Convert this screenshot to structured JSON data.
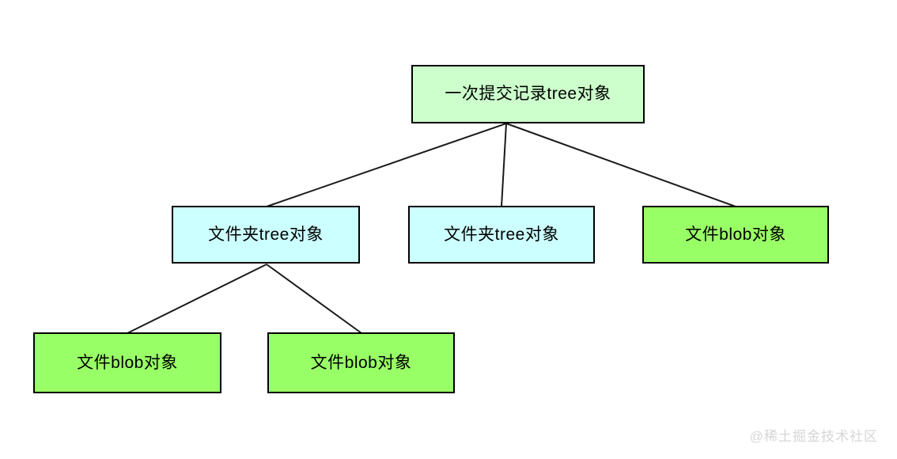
{
  "diagram": {
    "title": "git-object-tree-diagram",
    "background_color": "#ffffff",
    "edge_color": "#1a1a1a",
    "border_color": "#000000",
    "colors": {
      "commit_tree_fill": "#ccffcc",
      "dir_tree_fill": "#ccffff",
      "blob_fill": "#99ff66",
      "watermark": "#d6d6d6"
    },
    "nodes": [
      {
        "id": "root",
        "label": "一次提交记录tree对象",
        "type": "commit-tree",
        "fill": "#ccffcc",
        "row": 1
      },
      {
        "id": "dir1",
        "label": "文件夹tree对象",
        "type": "dir-tree",
        "fill": "#ccffff",
        "row": 2
      },
      {
        "id": "dir2",
        "label": "文件夹tree对象",
        "type": "dir-tree",
        "fill": "#ccffff",
        "row": 2
      },
      {
        "id": "blob1",
        "label": "文件blob对象",
        "type": "blob",
        "fill": "#99ff66",
        "row": 2
      },
      {
        "id": "blob2",
        "label": "文件blob对象",
        "type": "blob",
        "fill": "#99ff66",
        "row": 3
      },
      {
        "id": "blob3",
        "label": "文件blob对象",
        "type": "blob",
        "fill": "#99ff66",
        "row": 3
      }
    ],
    "edges": [
      {
        "from": "root",
        "to": "dir1"
      },
      {
        "from": "root",
        "to": "dir2"
      },
      {
        "from": "root",
        "to": "blob1"
      },
      {
        "from": "dir1",
        "to": "blob2"
      },
      {
        "from": "dir1",
        "to": "blob3"
      }
    ]
  },
  "watermark": {
    "text": "@稀土掘金技术社区"
  }
}
